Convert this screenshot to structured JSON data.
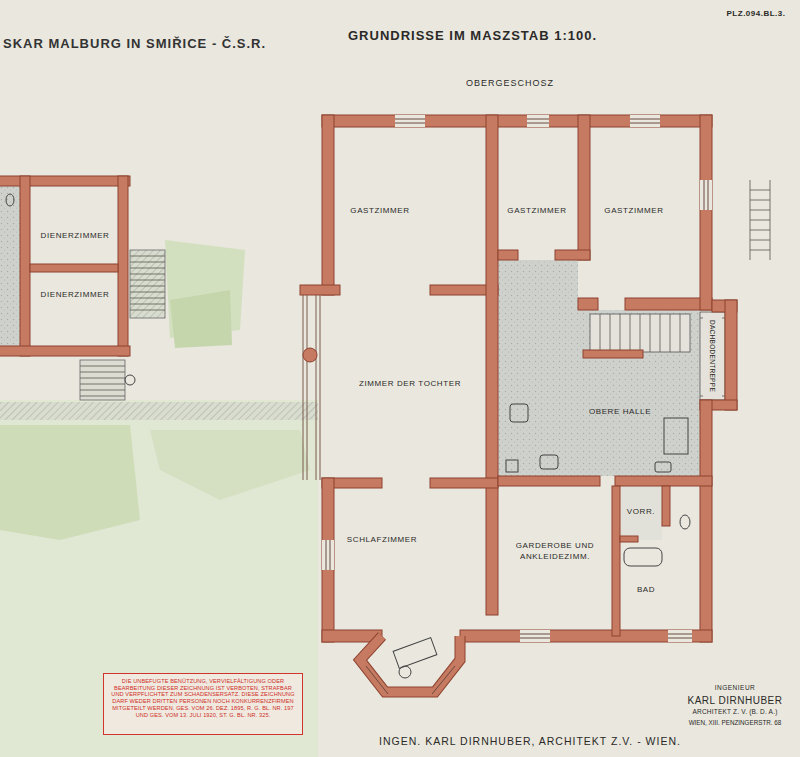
{
  "diagram": {
    "title": "SKAR MALBURG IN SMIŘICE - Č.S.R.",
    "nodes": [
      {
        "text": [
          "DIENERZIMMER"
        ]
      },
      {
        "text": [
          "DIENERZIMMER"
        ]
      },
      {
        "text": [
          "GASTZIMMER"
        ]
      },
      {
        "text": [
          "GASTZIMMER"
        ]
      },
      {
        "text": [
          "GASTZIMMER"
        ]
      },
      {
        "text": [
          "ZIMMER DER TOCHTER"
        ]
      },
      {
        "text": [
          "OBERE HALLE"
        ]
      },
      {
        "text": [
          "SCHLAFZIMMER"
        ]
      },
      {
        "text": [
          "GARDEROBE UND ANKLEIDEZIMM."
        ]
      },
      {
        "text": [
          "VORR."
        ]
      },
      {
        "text": [
          "BAD"
        ]
      },
      {
        "text": [
          "DIE UNBEFUGTE BENÜTZUNG, VERVIELFÄLTIGUNG ODER BEARBEITUNG DIESER ZEICHNUNG IST VERBOTEN, STRAFBAR UND VERPFLICHTET ZUM SCHADENSERSATZ. DIESE ZEICHNUNG DARF WEDER DRITTEN PERSONEN NOCH KONKURRENZFIRMEN MITGETEILT WERDEN. GES. VOM 26. DEZ. 1895, R. G. BL. NR. 197 UND GES. VOM 13. JULI 1920, ST. G. BL. NR. 325."
        ]
      }
    ],
    "labels": [
      "GRUNDRISSE IM MASZSTAB 1:100.",
      "PLZ.094.BL.3.",
      "OBERGESCHOSZ",
      "DACHBODENTREPPE",
      "INGENIEUR",
      "KARL DIRNHUBER",
      "ARCHITEKT Z. V. (B. D. A.)",
      "WIEN, XIII. PENZINGERSTR. 68",
      "INGEN. KARL DIRNHUBER, ARCHITEKT Z.V. - WIEN."
    ]
  }
}
